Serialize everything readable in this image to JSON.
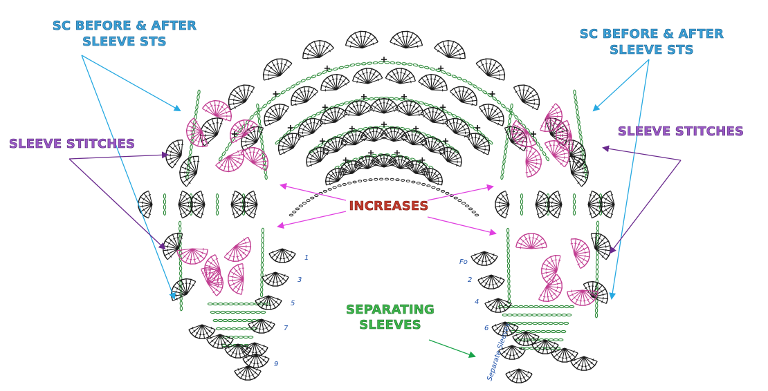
{
  "labels": {
    "sc_top_left_line1": "SC BEFORE & AFTER",
    "sc_top_left_line2": "SLEEVE STS",
    "sc_top_right_line1": "SC BEFORE & AFTER",
    "sc_top_right_line2": "SLEEVE STS",
    "sleeve_left": "SLEEVE STITCHES",
    "sleeve_right": "SLEEVE STITCHES",
    "increases": "INCREASES",
    "separating_line1": "SEPARATING",
    "separating_line2": "SLEEVES"
  },
  "row_numbers_left": [
    "1",
    "3",
    "5",
    "7",
    "9"
  ],
  "row_numbers_right": [
    "Fo",
    "2",
    "4",
    "6"
  ],
  "handwritten_note": "Separate Sleeves",
  "colors": {
    "shell_black": "#1a1a1a",
    "chain_green": "#2e8b3a",
    "sleeve_magenta": "#c13d91",
    "arrow_blue": "#27a9e1",
    "arrow_purple": "#6a2a8e",
    "arrow_magenta": "#e040e0",
    "arrow_green": "#1aa34a",
    "row_number_blue": "#1c4fa8"
  },
  "icons": [
    "shell-stitch-icon",
    "sc-cross-icon",
    "chain-stitch-icon",
    "arrow-icon"
  ]
}
